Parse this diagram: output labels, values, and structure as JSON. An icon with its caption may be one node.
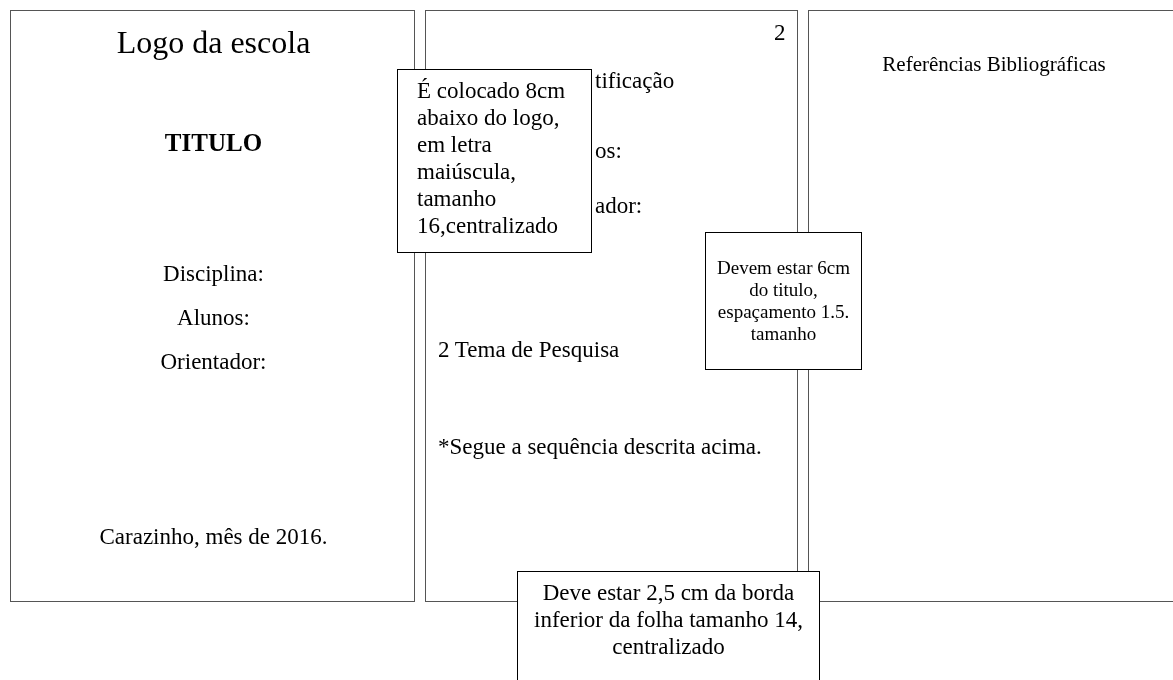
{
  "diagram": {
    "nodes": [
      {
        "text": [
          "Logo da escola",
          "TITULO",
          "Disciplina:",
          "Alunos:",
          "Orientador:",
          "Carazinho, mês de 2016."
        ]
      },
      {
        "text": [
          "2",
          "tificação",
          "os:",
          "ador:",
          "2 Tema de Pesquisa",
          "*Segue a sequência descrita acima."
        ]
      },
      {
        "text": [
          "Referências Bibliográficas"
        ]
      },
      {
        "text": [
          "É colocado 8cm abaixo do logo, em letra maiúscula, tamanho 16,centralizado"
        ]
      },
      {
        "text": [
          "Devem estar 6cm do titulo, espaçamento 1.5. tamanho"
        ]
      },
      {
        "text": [
          "Deve estar 2,5 cm da borda inferior da folha tamanho 14, centralizado"
        ]
      }
    ]
  }
}
